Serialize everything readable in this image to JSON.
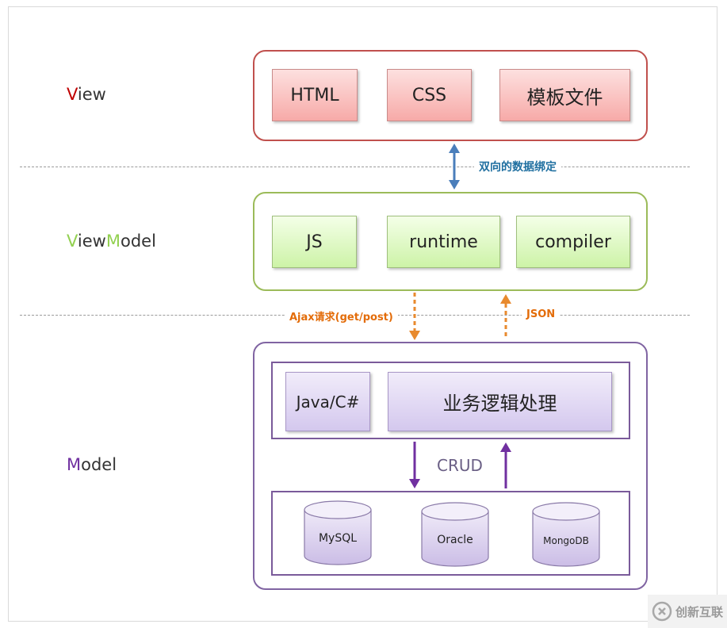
{
  "layers": {
    "view": {
      "first": "V",
      "rest": "iew",
      "first_color": "#c00000"
    },
    "viewmodel": {
      "first1": "V",
      "mid": "iew",
      "first2": "M",
      "rest": "odel",
      "letter_color": "#92d050"
    },
    "model": {
      "first": "M",
      "rest": "odel",
      "first_color": "#7030a0"
    }
  },
  "view_blocks": [
    "HTML",
    "CSS",
    "模板文件"
  ],
  "viewmodel_blocks": [
    "JS",
    "runtime",
    "compiler"
  ],
  "model_blocks": {
    "lang": "Java/C#",
    "logic": "业务逻辑处理"
  },
  "databases": [
    "MySQL",
    "Oracle",
    "MongoDB"
  ],
  "connectors": {
    "binding": "双向的数据绑定",
    "request": "Ajax请求(get/post)",
    "response": "JSON",
    "crud": "CRUD"
  },
  "watermark": {
    "text": "创新互联"
  },
  "colors": {
    "view_border": "#c0504d",
    "viewmodel_border": "#9bbb59",
    "model_border": "#8064a2",
    "binding_text": "#1f6fa0",
    "ajax_text": "#e36c09",
    "arrow_blue": "#4a7ebb",
    "arrow_orange": "#e88a2e",
    "arrow_purple": "#7030a0"
  }
}
